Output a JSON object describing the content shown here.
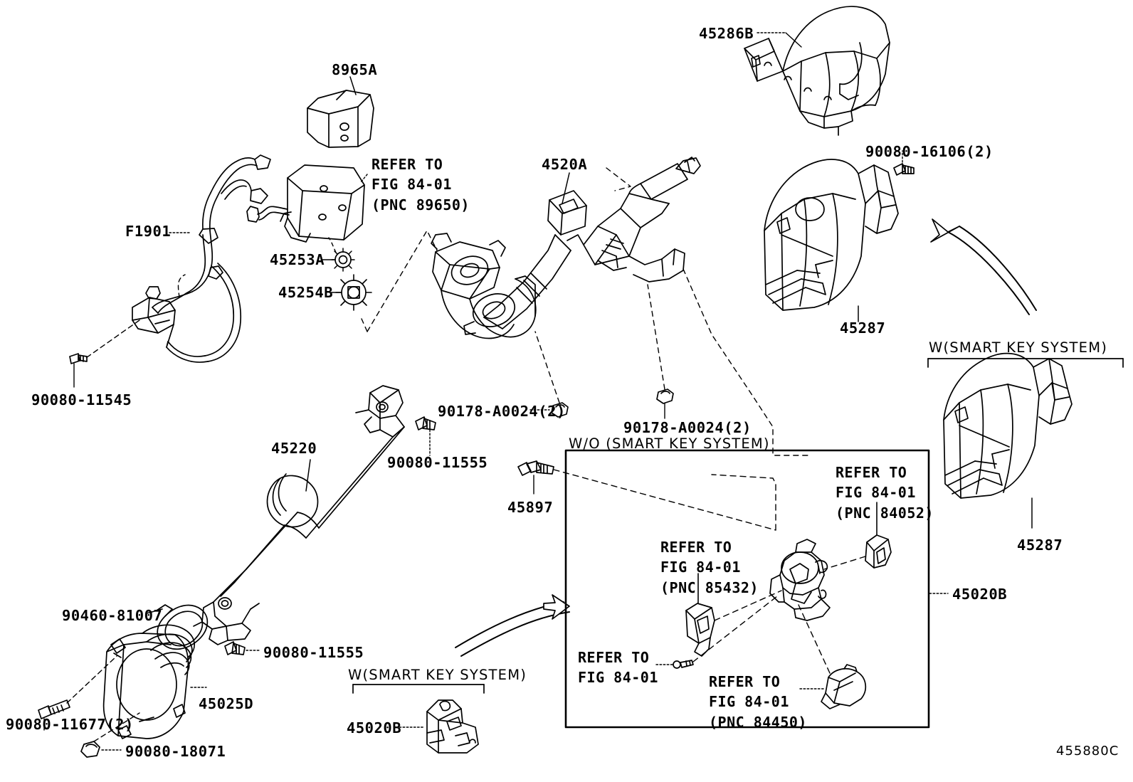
{
  "diagram": {
    "title": "Steering Column & Shaft Parts Diagram",
    "footer_code": "455880C",
    "line_color": "#000000",
    "background": "#ffffff"
  },
  "callouts": {
    "part_8965a": "8965A",
    "refer_89650": "REFER TO\nFIG 84-01\n(PNC 89650)",
    "part_f1901": "F1901",
    "part_45253a": "45253A",
    "part_45254b": "45254B",
    "bolt_90080_11545": "90080-11545",
    "part_4520a": "4520A",
    "part_45286b": "45286B",
    "bolt_90080_16106": "90080-16106(2)",
    "part_45287_upper": "45287",
    "part_45220": "45220",
    "bolt_90080_11555_upper": "90080-11555",
    "nut_90178_a0024_left": "90178-A0024(2)",
    "nut_90178_a0024_right": "90178-A0024(2)",
    "bracket_w_smart_key_right": "W(SMART KEY SYSTEM)",
    "part_45287_lower": "45287",
    "part_45020b_right": "45020B",
    "bolt_45897": "45897",
    "inset_title_wo_smart_key": "W/O (SMART KEY SYSTEM)",
    "refer_84052": "REFER TO\nFIG 84-01\n(PNC 84052)",
    "refer_85432": "REFER TO\nFIG 84-01\n(PNC 85432)",
    "refer_plain": "REFER TO\nFIG 84-01",
    "refer_84450": "REFER TO\nFIG 84-01\n(PNC 84450)",
    "clamp_90460_81007": "90460-81007",
    "bolt_90080_11555_lower": "90080-11555",
    "part_45025d": "45025D",
    "bolt_90080_11677": "90080-11677(2)",
    "nut_90080_18071": "90080-18071",
    "bracket_w_smart_key_bottom": "W(SMART KEY SYSTEM)",
    "part_45020b_bottom": "45020B"
  }
}
